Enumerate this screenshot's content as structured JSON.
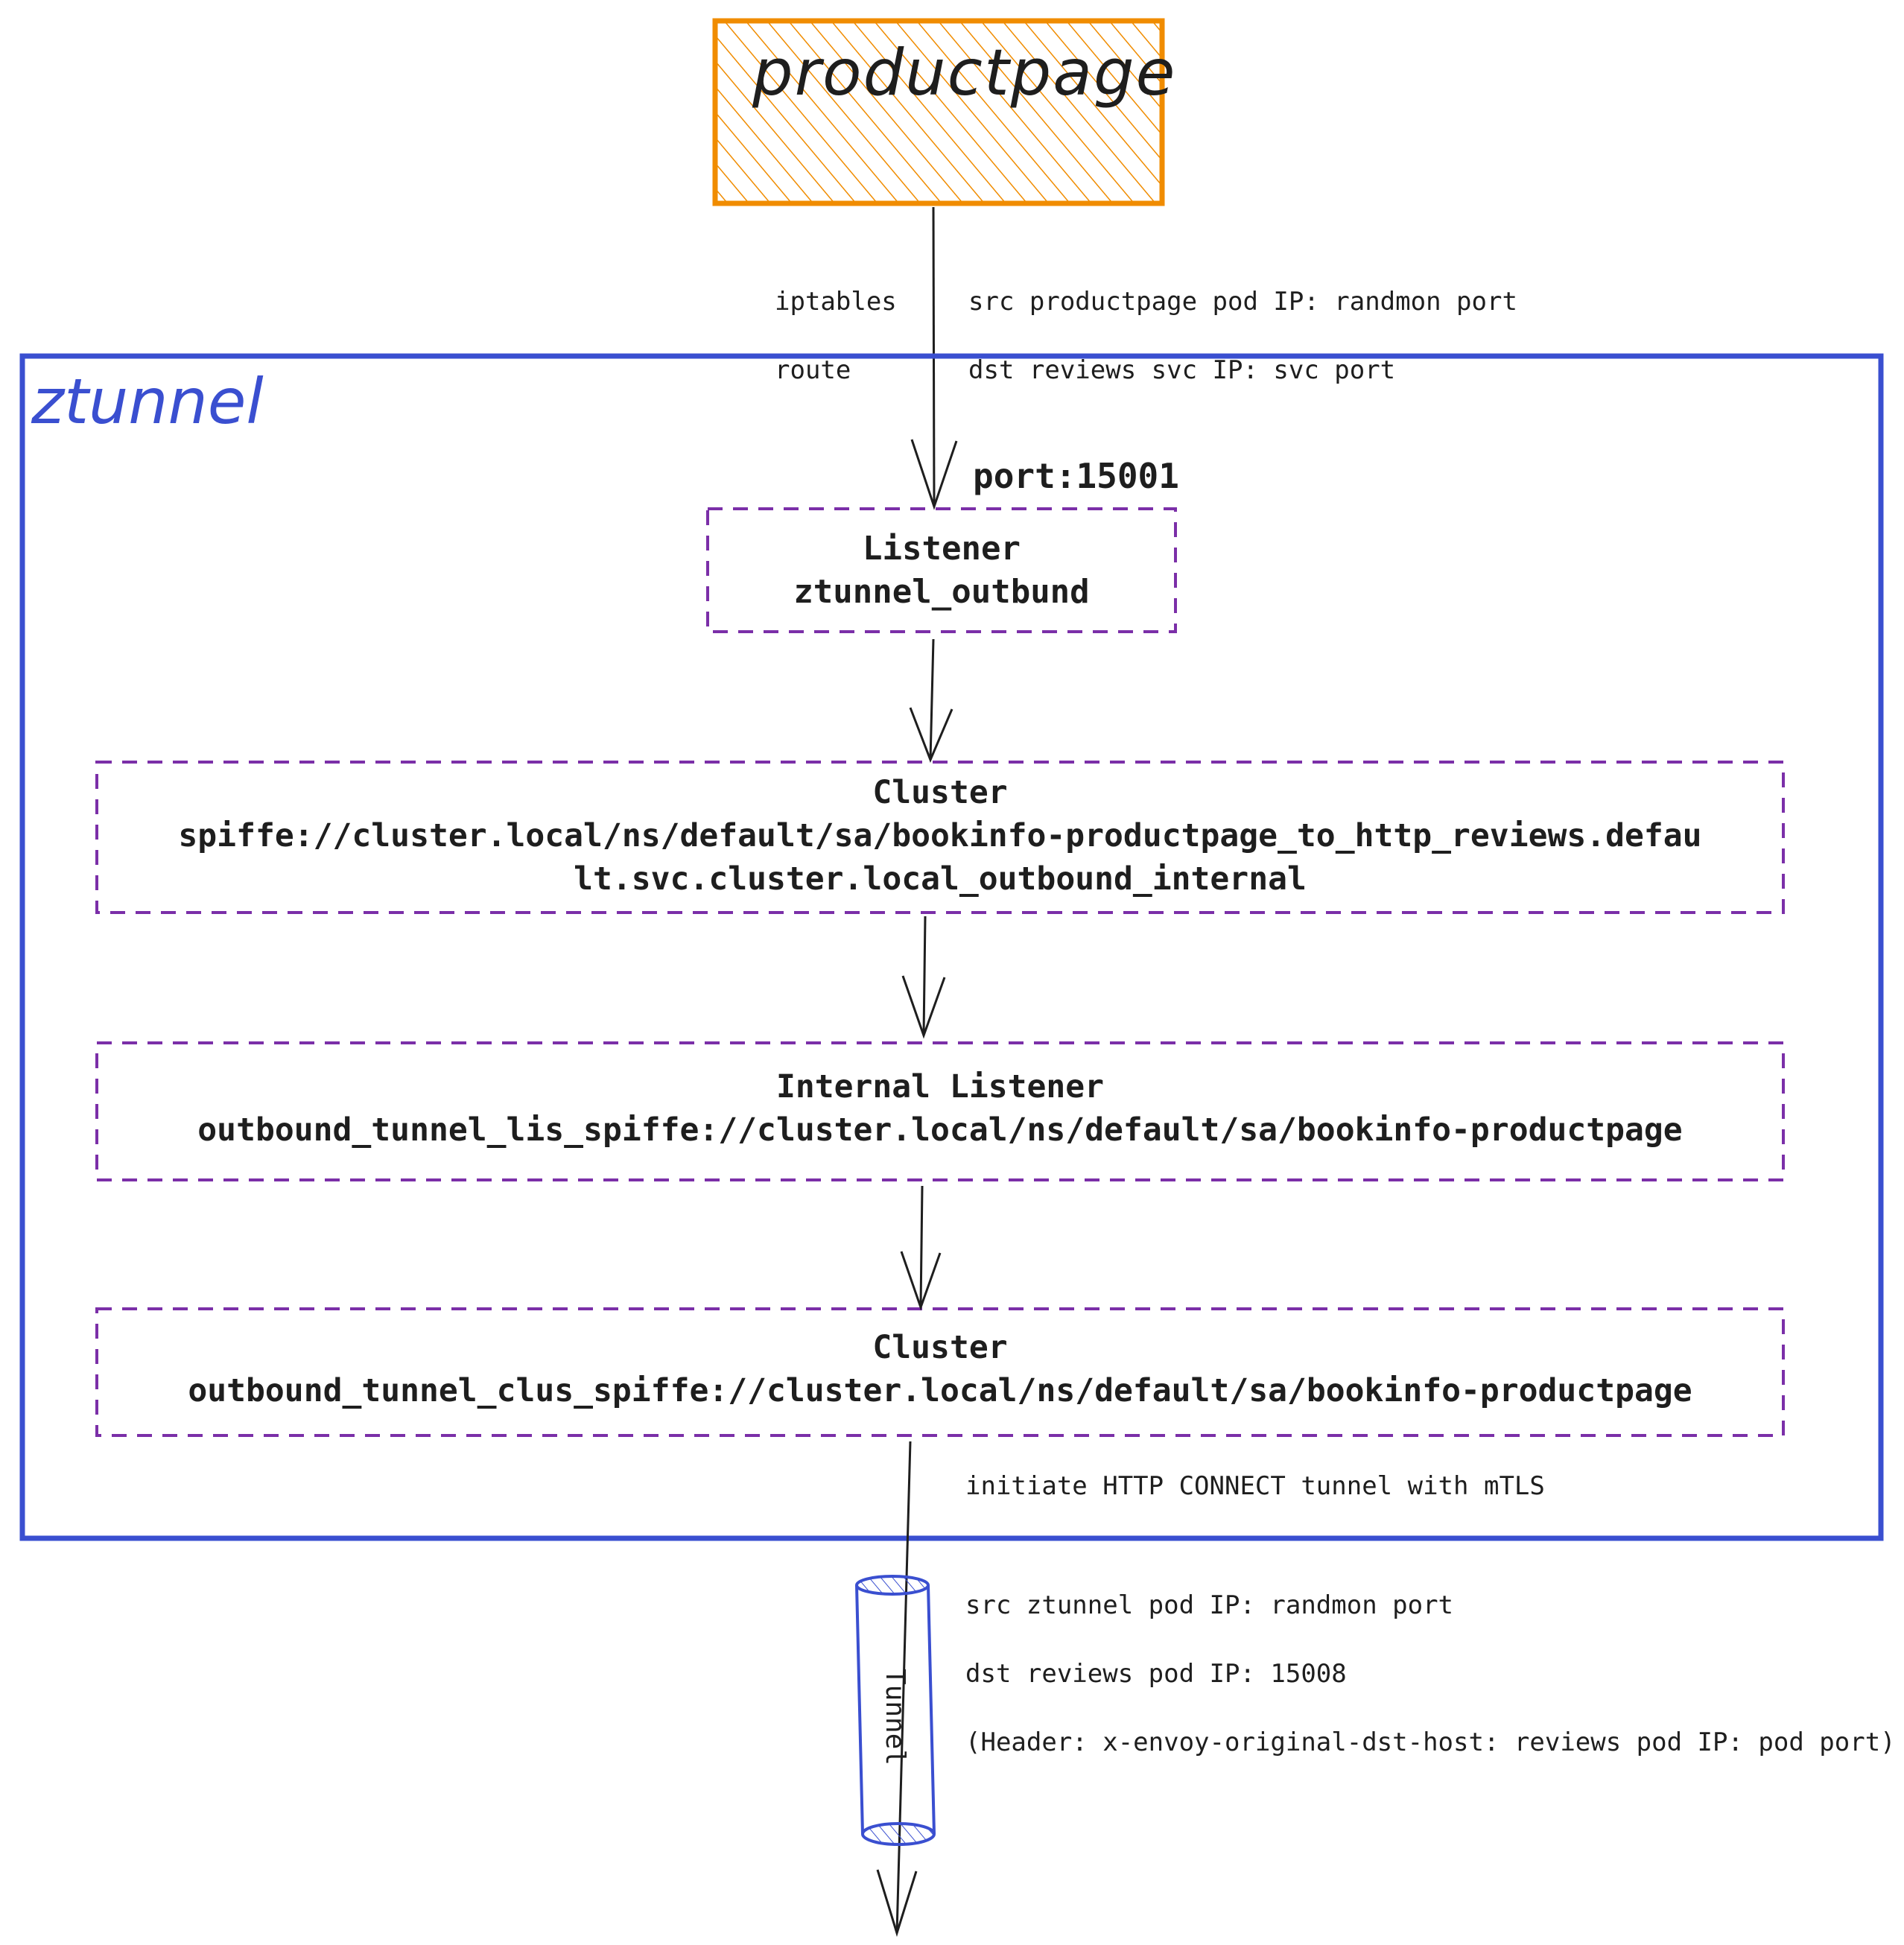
{
  "productpage": {
    "title": "productpage",
    "fill_color": "#f08c00"
  },
  "route_label": {
    "line1": "iptables",
    "line2": "route"
  },
  "src_dst_1": {
    "line1": "src productpage pod IP: randmon port",
    "line2": "dst reviews svc IP: svc port"
  },
  "ztunnel": {
    "title": "ztunnel",
    "color": "#3a4fd0"
  },
  "port_label": "port:15001",
  "listener": {
    "line1": "Listener",
    "line2": "ztunnel_outbund"
  },
  "cluster1": {
    "line1": "Cluster",
    "line2": "spiffe://cluster.local/ns/default/sa/bookinfo-productpage_to_http_reviews.defau",
    "line3": "lt.svc.cluster.local_outbound_internal"
  },
  "internal_listener": {
    "line1": "Internal Listener",
    "line2": "outbound_tunnel_lis_spiffe://cluster.local/ns/default/sa/bookinfo-productpage"
  },
  "cluster2": {
    "line1": "Cluster",
    "line2": "outbound_tunnel_clus_spiffe://cluster.local/ns/default/sa/bookinfo-productpage"
  },
  "initiate_label": "initiate HTTP CONNECT tunnel with mTLS",
  "src_dst_2": {
    "line1": "src ztunnel pod IP: randmon port",
    "line2": "dst reviews pod IP: 15008",
    "line3": "(Header: x-envoy-original-dst-host: reviews pod IP: pod port)"
  },
  "tunnel": {
    "label": "Tunnel"
  },
  "colors": {
    "box_border": "#7b2fa8",
    "stroke": "#1e1e1e"
  }
}
